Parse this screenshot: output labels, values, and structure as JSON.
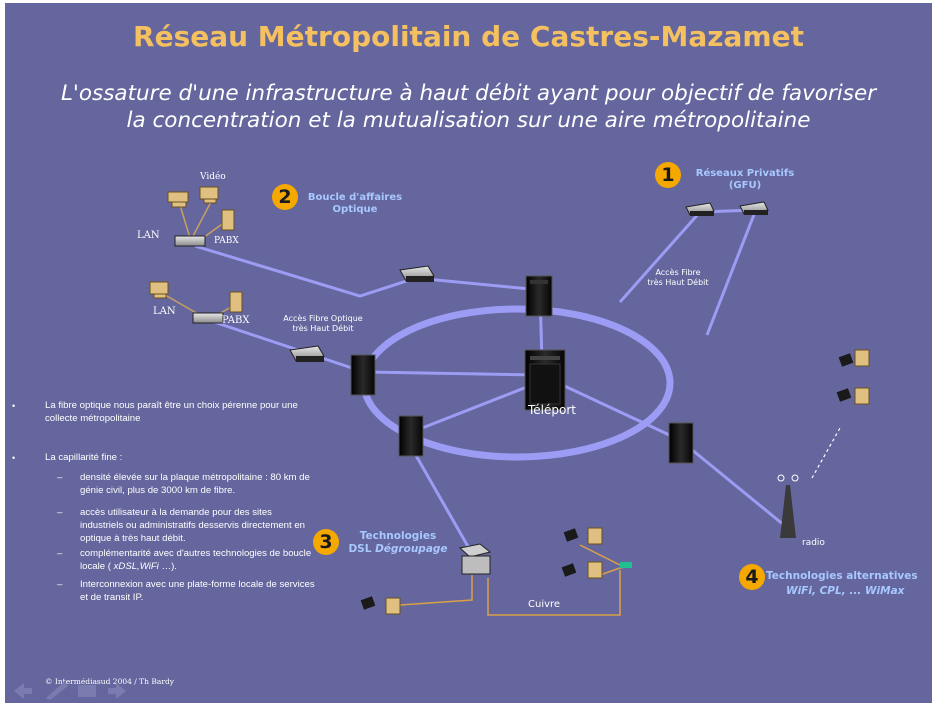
{
  "title": "Réseau Métropolitain de Castres-Mazamet",
  "subtitle": {
    "line1": "L'ossature d'une infrastructure à haut débit ayant pour objectif de favoriser",
    "line2": "la concentration  et  la mutualisation sur une aire métropolitaine"
  },
  "sections": [
    {
      "number": "1",
      "line1": "Réseaux Privatifs",
      "line2": "(GFU)"
    },
    {
      "number": "2",
      "line1": "Boucle d'affaires",
      "line2": "Optique"
    },
    {
      "number": "3",
      "line1": "Technologies",
      "line2a": "DSL ",
      "line2b": "Dégroupage"
    },
    {
      "number": "4",
      "line1": "Technologies alternatives",
      "line2": "WiFi, CPL, ... WiMax"
    }
  ],
  "labels": {
    "video": "Vidéo",
    "lan": "LAN",
    "pabx": "PABX",
    "teleport": "Téléport",
    "radio": "radio",
    "cuivre": "Cuivre",
    "acces_fibre_1a": "Accès Fibre",
    "acces_fibre_1b": "très Haut Débit",
    "acces_fibre_2a": "Accès Fibre Optique",
    "acces_fibre_2b": "très Haut Débit"
  },
  "bullets": [
    {
      "text": "La fibre optique nous paraît être un choix pérenne pour une collecte métropolitaine"
    },
    {
      "text": "La capillarité fine :"
    }
  ],
  "subbullets": [
    {
      "text": "densité élevée sur la plaque métropolitaine : 80 km de génie civil, plus de 3000 km de fibre."
    },
    {
      "text": "accès utilisateur à la demande pour des sites industriels ou administratifs desservis directement en optique à très haut débit."
    },
    {
      "text_a": "complémentarité avec d'autres technologies de boucle locale ( ",
      "text_i": "xDSL,WiFi",
      "text_b": " …)."
    },
    {
      "text": "Interconnexion avec une plate-forme locale de services et de transit IP."
    }
  ],
  "footer": "© Intermédiasud 2004 / Th Bardy",
  "colors": {
    "background": "#64669d",
    "title": "#f4c060",
    "accent_blue": "#a8c8ff",
    "badge": "#f5a800",
    "link": "#9c9cf4",
    "copper": "#d9a048"
  },
  "icons": [
    "switch-icon",
    "computer-icon",
    "server-tower-icon",
    "pabx-icon",
    "phone-icon",
    "radio-antenna-icon",
    "dslam-icon",
    "modem-icon",
    "nav-arrow-icon"
  ]
}
